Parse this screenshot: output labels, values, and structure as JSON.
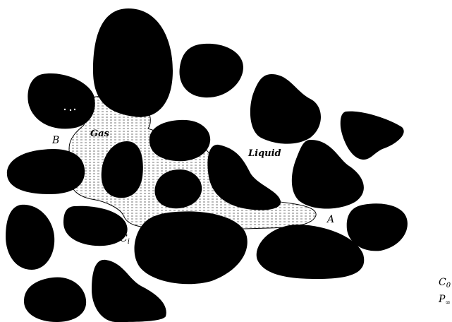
{
  "diagram": {
    "region_labels": {
      "gas": "Gas",
      "liquid": "Liquid"
    },
    "point_labels": {
      "a": "A",
      "b": "B",
      "ci": "C",
      "ci_sub": "i"
    },
    "edge_labels": {
      "c0": "C",
      "c0_sub": "0",
      "p_inf": "P",
      "p_inf_sub": "∞"
    },
    "colors": {
      "grain": "#000000",
      "background": "#ffffff",
      "gas_hatch": "#555555"
    }
  }
}
